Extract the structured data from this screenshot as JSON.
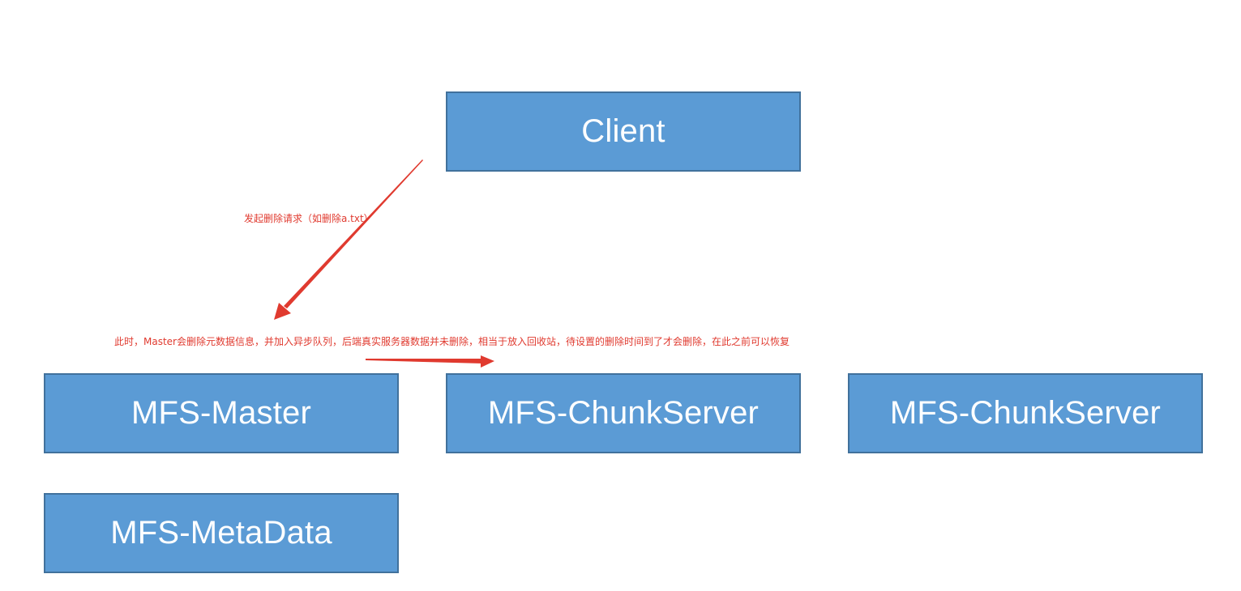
{
  "colors": {
    "node_fill": "#5b9bd5",
    "node_border": "#41719c",
    "node_text": "#ffffff",
    "annotation": "#e03a2f"
  },
  "nodes": {
    "client": "Client",
    "master": "MFS-Master",
    "chunkserver_1": "MFS-ChunkServer",
    "chunkserver_2": "MFS-ChunkServer",
    "metadata": "MFS-MetaData"
  },
  "annotations": {
    "delete_request": "发起删除请求（如删除a.txt）",
    "master_action": "此时，Master会删除元数据信息，并加入异步队列，后端真实服务器数据并未删除，相当于放入回收站，待设置的删除时间到了才会删除，在此之前可以恢复"
  },
  "arrows": [
    {
      "name": "arrow-client-to-master",
      "from": "client",
      "to": "master"
    },
    {
      "name": "arrow-master-to-chunkserver",
      "from": "master",
      "to": "chunkserver_1"
    }
  ]
}
